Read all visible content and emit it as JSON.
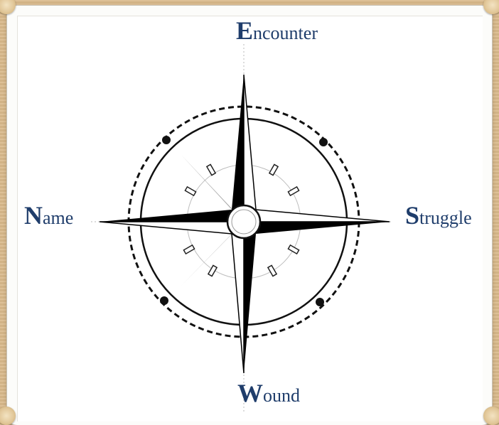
{
  "labels": {
    "top": {
      "initial": "E",
      "rest": "ncounter"
    },
    "left": {
      "initial": "N",
      "rest": "ame"
    },
    "right": {
      "initial": "S",
      "rest": "truggle"
    },
    "bottom": {
      "initial": "W",
      "rest": "ound"
    }
  },
  "colors": {
    "label": "#1f3d6b",
    "point_dark": "#000000",
    "point_gray": "#8a8a8a"
  }
}
